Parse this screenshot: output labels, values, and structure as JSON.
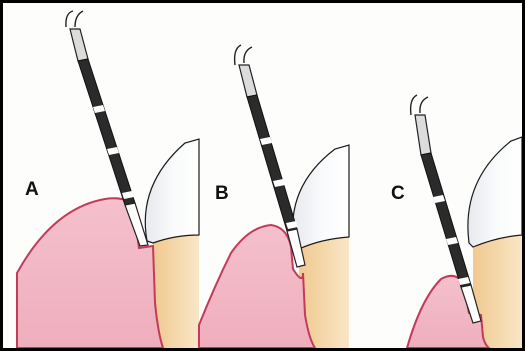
{
  "figure": {
    "panels": [
      {
        "label": "A"
      },
      {
        "label": "B"
      },
      {
        "label": "C"
      }
    ]
  },
  "colors": {
    "gingiva_fill": "#f2b7c3",
    "gingiva_outline": "#c23b5a",
    "tooth_root": "#f6d7a6",
    "tooth_crown": "#f3f4f7",
    "probe_body": "#2b2b2b",
    "probe_band": "#ffffff",
    "frame_border": "#000000",
    "label_color": "#111111"
  },
  "icons": {
    "probe": "periodontal-probe-icon",
    "tooth": "tooth-icon",
    "gingiva": "gingiva-icon"
  }
}
